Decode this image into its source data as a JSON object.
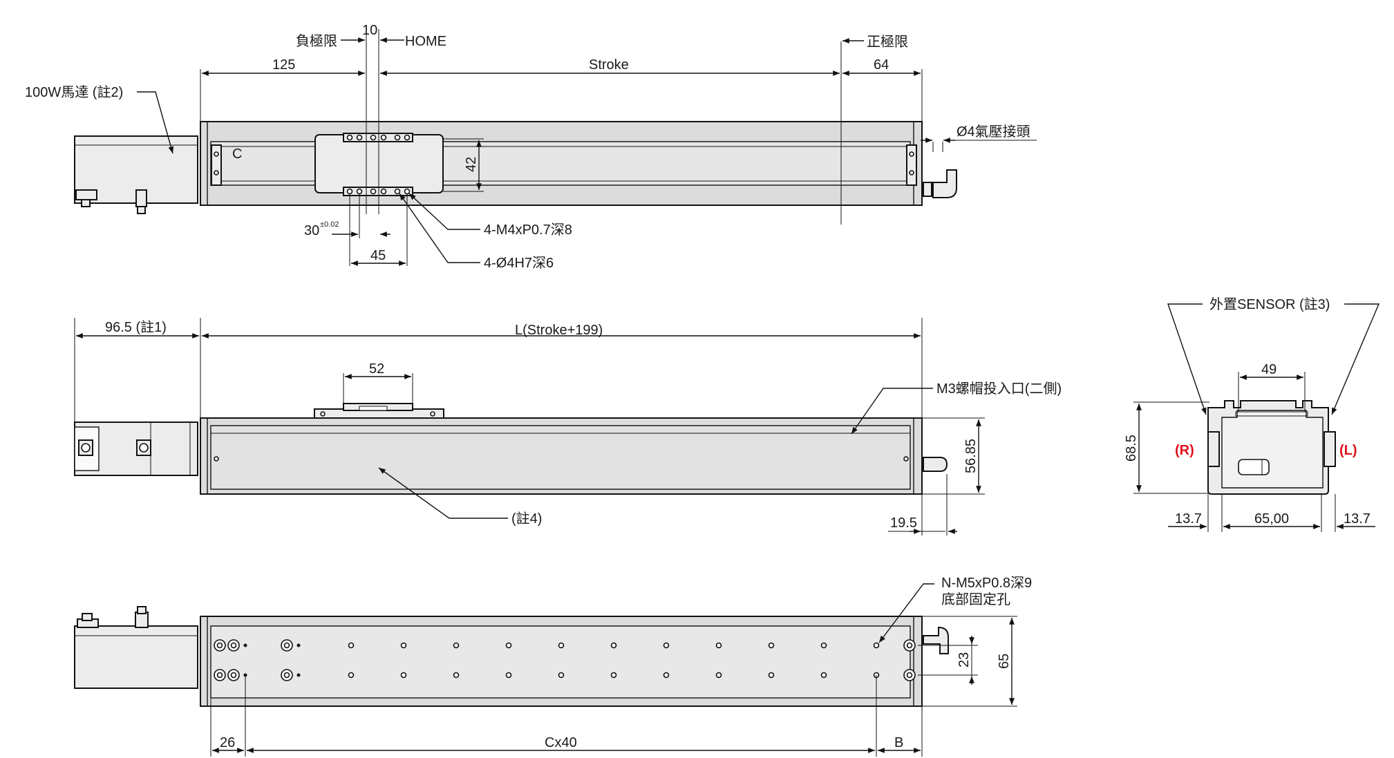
{
  "top_view": {
    "neg_limit": "負極限",
    "home_gap": "10",
    "home": "HOME",
    "pos_limit": "正極限",
    "dim_125": "125",
    "stroke": "Stroke",
    "dim_64": "64",
    "motor": "100W馬達 (註2)",
    "air_fitting": "Ø4氣壓接頭",
    "dim_42": "42",
    "tol_base": "30",
    "tol_sup": "±0.02",
    "dim_45": "45",
    "tap_holes": "4-M4xP0.7深8",
    "pin_holes": "4-Ø4H7深6"
  },
  "side_view": {
    "dim_96_5": "96.5 (註1)",
    "length": "L(Stroke+199)",
    "dim_52": "52",
    "nut_entry": "M3螺帽投入口(二側)",
    "note4": "(註4)",
    "height": "56.85",
    "dim_19_5": "19.5"
  },
  "end_view": {
    "sensor": "外置SENSOR (註3)",
    "dim_49": "49",
    "height": "68.5",
    "right_mark": "(R)",
    "left_mark": "(L)",
    "dim_13_7_left": "13.7",
    "dim_65": "65,00",
    "dim_13_7_right": "13.7"
  },
  "bottom_view": {
    "mount_holes_line1": "N-M5xP0.8深9",
    "mount_holes_line2": "底部固定孔",
    "dim_23": "23",
    "dim_65": "65",
    "dim_26": "26",
    "pitch": "Cx40",
    "dim_b": "B"
  },
  "colors": {
    "sensor_marks": "#e0101a",
    "body": "#dcdcdc",
    "line": "#111111"
  }
}
